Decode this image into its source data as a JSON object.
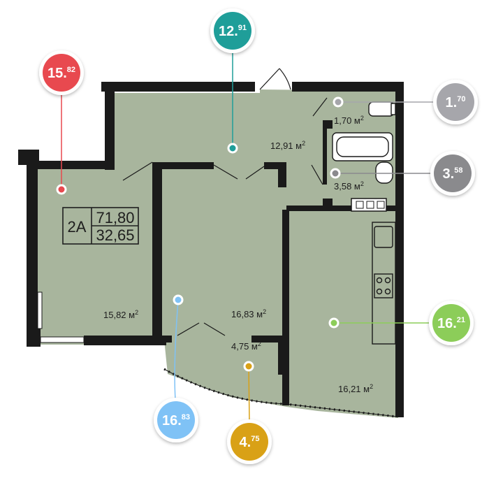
{
  "apartment": {
    "code": "2A",
    "total_area": "71,80",
    "living_area": "32,65"
  },
  "unit_sup": "2",
  "rooms": [
    {
      "id": "room-1",
      "value": "15,82 м",
      "badge_int": "15.",
      "badge_dec": "82",
      "color": "#e8494f"
    },
    {
      "id": "room-2",
      "value": "12,91 м",
      "badge_int": "12.",
      "badge_dec": "91",
      "color": "#1f9e99"
    },
    {
      "id": "room-3",
      "value": "1,70 м",
      "badge_int": "1.",
      "badge_dec": "70",
      "color": "#a6a6ab"
    },
    {
      "id": "room-4",
      "value": "3,58 м",
      "badge_int": "3.",
      "badge_dec": "58",
      "color": "#8a8a8d"
    },
    {
      "id": "room-5",
      "value": "16,83 м",
      "badge_int": "16.",
      "badge_dec": "83",
      "color": "#7fc2f6"
    },
    {
      "id": "room-6",
      "value": "4,75 м",
      "badge_int": "4.",
      "badge_dec": "75",
      "color": "#d9a116"
    },
    {
      "id": "room-7",
      "value": "16,21 м",
      "badge_int": "16.",
      "badge_dec": "21",
      "color": "#8ccd59"
    }
  ]
}
